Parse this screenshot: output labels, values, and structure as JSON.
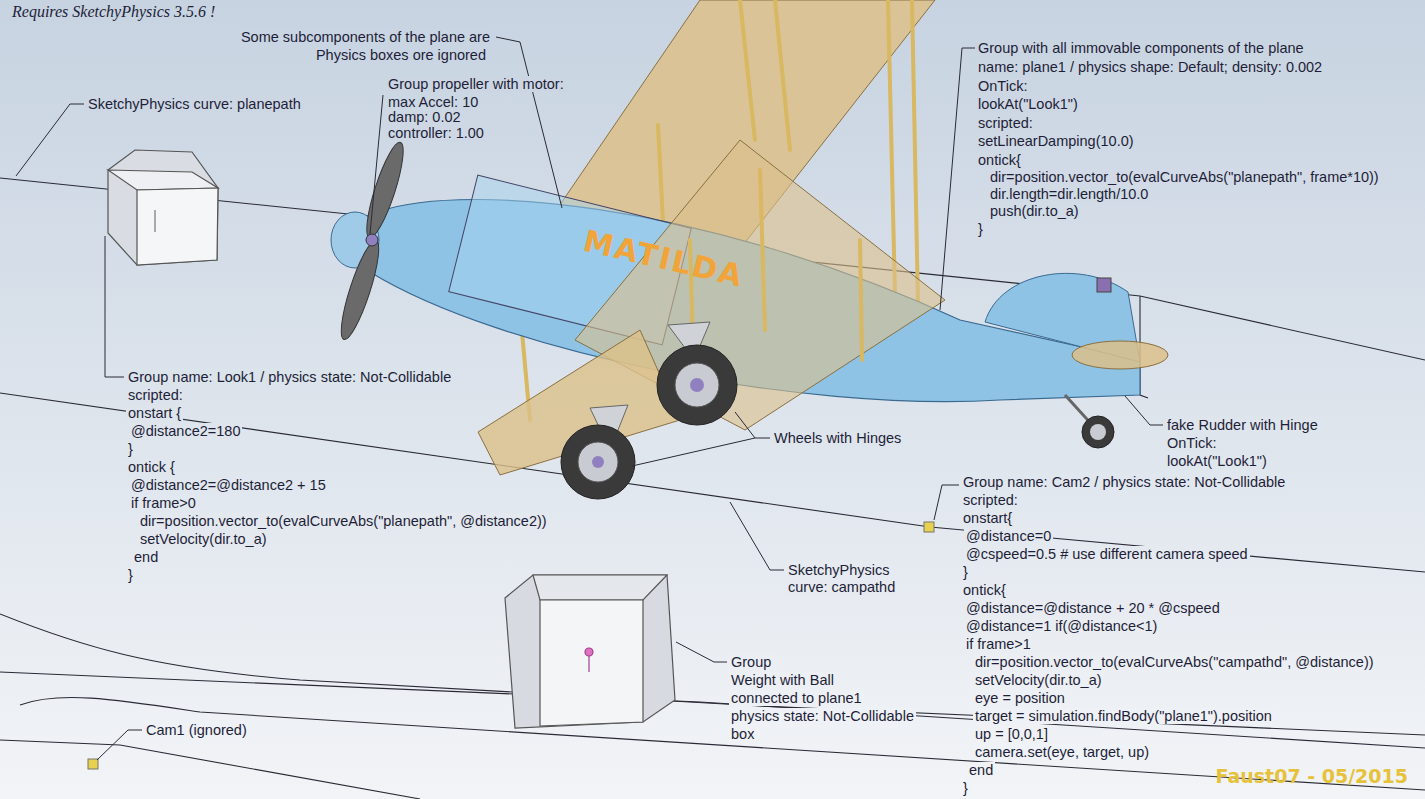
{
  "diagram": {
    "title": "Requires SketchyPhysics 3.5.6 !",
    "labels": [
      "SketchyPhysics curve: planepath",
      "Some subcomponents of the plane are",
      "Physics boxes ore ignored",
      "Group propeller with motor:",
      "max Accel: 10",
      "damp: 0.02",
      "controller: 1.00",
      "MATILDA",
      "Group with all immovable components of the plane",
      "name: plane1 / physics shape: Default; density: 0.002",
      "OnTick:",
      "lookAt(\"Look1\")",
      "scripted:",
      "setLinearDamping(10.0)",
      "ontick{",
      "dir=position.vector_to(evalCurveAbs(\"planepath\", frame*10))",
      "dir.length=dir.length/10.0",
      "push(dir.to_a)",
      "}",
      "Group name: Look1 / physics state: Not-Collidable",
      "scripted:",
      "onstart {",
      "@distance2=180",
      "}",
      "ontick {",
      "@distance2=@distance2 + 15",
      "if frame>0",
      "dir=position.vector_to(evalCurveAbs(\"planepath\", @distance2))",
      "setVelocity(dir.to_a)",
      "end",
      "}",
      "Wheels with Hinges",
      "fake Rudder with Hinge",
      "OnTick:",
      "lookAt(\"Look1\")",
      "Group name: Cam2 / physics state: Not-Collidable",
      "scripted:",
      "onstart{",
      "@distance=0",
      "@cspeed=0.5 # use different camera speed",
      "}",
      "ontick{",
      "@distance=@distance + 20 * @cspeed",
      "@distance=1 if(@distance<1)",
      "if frame>1",
      "dir=position.vector_to(evalCurveAbs(\"campathd\", @distance))",
      "setVelocity(dir.to_a)",
      "eye = position",
      "target = simulation.findBody(\"plane1\").position",
      "up = [0,0,1]",
      "camera.set(eye, target, up)",
      "end",
      "}",
      "SketchyPhysics",
      "curve: campathd",
      "Group",
      "Weight with Ball",
      "connected to plane1",
      "physics state: Not-Collidable",
      "box",
      "Cam1 (ignored)",
      "Faust07 - 05/2015"
    ]
  }
}
